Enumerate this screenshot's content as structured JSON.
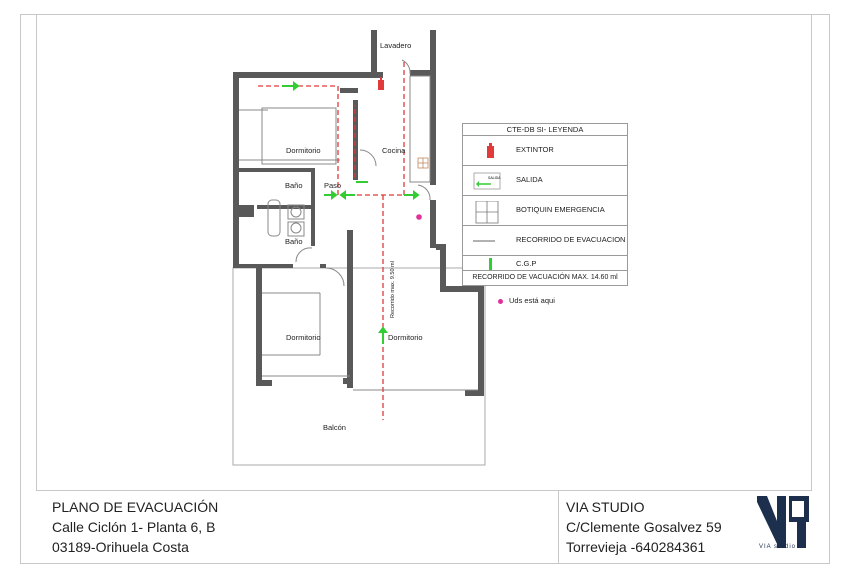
{
  "rooms": {
    "lavadero": "Lavadero",
    "dormitorio_top": "Dormitorio",
    "cocina": "Cocina",
    "bano_1": "Baño",
    "paso": "Paso",
    "bano_2": "Baño",
    "dormitorio_left": "Dormitorio",
    "dormitorio_right": "Dormitorio",
    "balcon": "Balcón",
    "recorrido_label": "Recorrido max. 9.50 ml"
  },
  "legend": {
    "title": "CTE-DB SI- LEYENDA",
    "items": [
      {
        "label": "EXTINTOR",
        "icon": "extinguisher-icon"
      },
      {
        "label": "SALIDA",
        "icon": "exit-sign-icon",
        "sign_text": "SALIDA"
      },
      {
        "label": "BOTIQUIN EMERGENCIA",
        "icon": "first-aid-icon"
      },
      {
        "label": "RECORRIDO DE EVACUACION",
        "icon": "route-line-icon"
      },
      {
        "label": "C.G.P",
        "icon": "cgp-icon"
      }
    ],
    "footer": "RECORRIDO DE VACUACIÓN MAX. 14.60 ml",
    "you_are_here": "Uds está aqui"
  },
  "colors": {
    "wall": "#595959",
    "route": "#e03a3a",
    "exit_green": "#33cc33",
    "you_dot": "#e0309a",
    "logo": "#1c2f4d"
  },
  "titleblock": {
    "left": [
      "PLANO DE EVACUACIÓN",
      "Calle Ciclón 1- Planta 6, B",
      "03189-Orihuela Costa"
    ],
    "right": [
      "VIA STUDIO",
      "C/Clemente Gosalvez 59",
      "Torrevieja -640284361"
    ],
    "logo_text": "VIA studio"
  }
}
